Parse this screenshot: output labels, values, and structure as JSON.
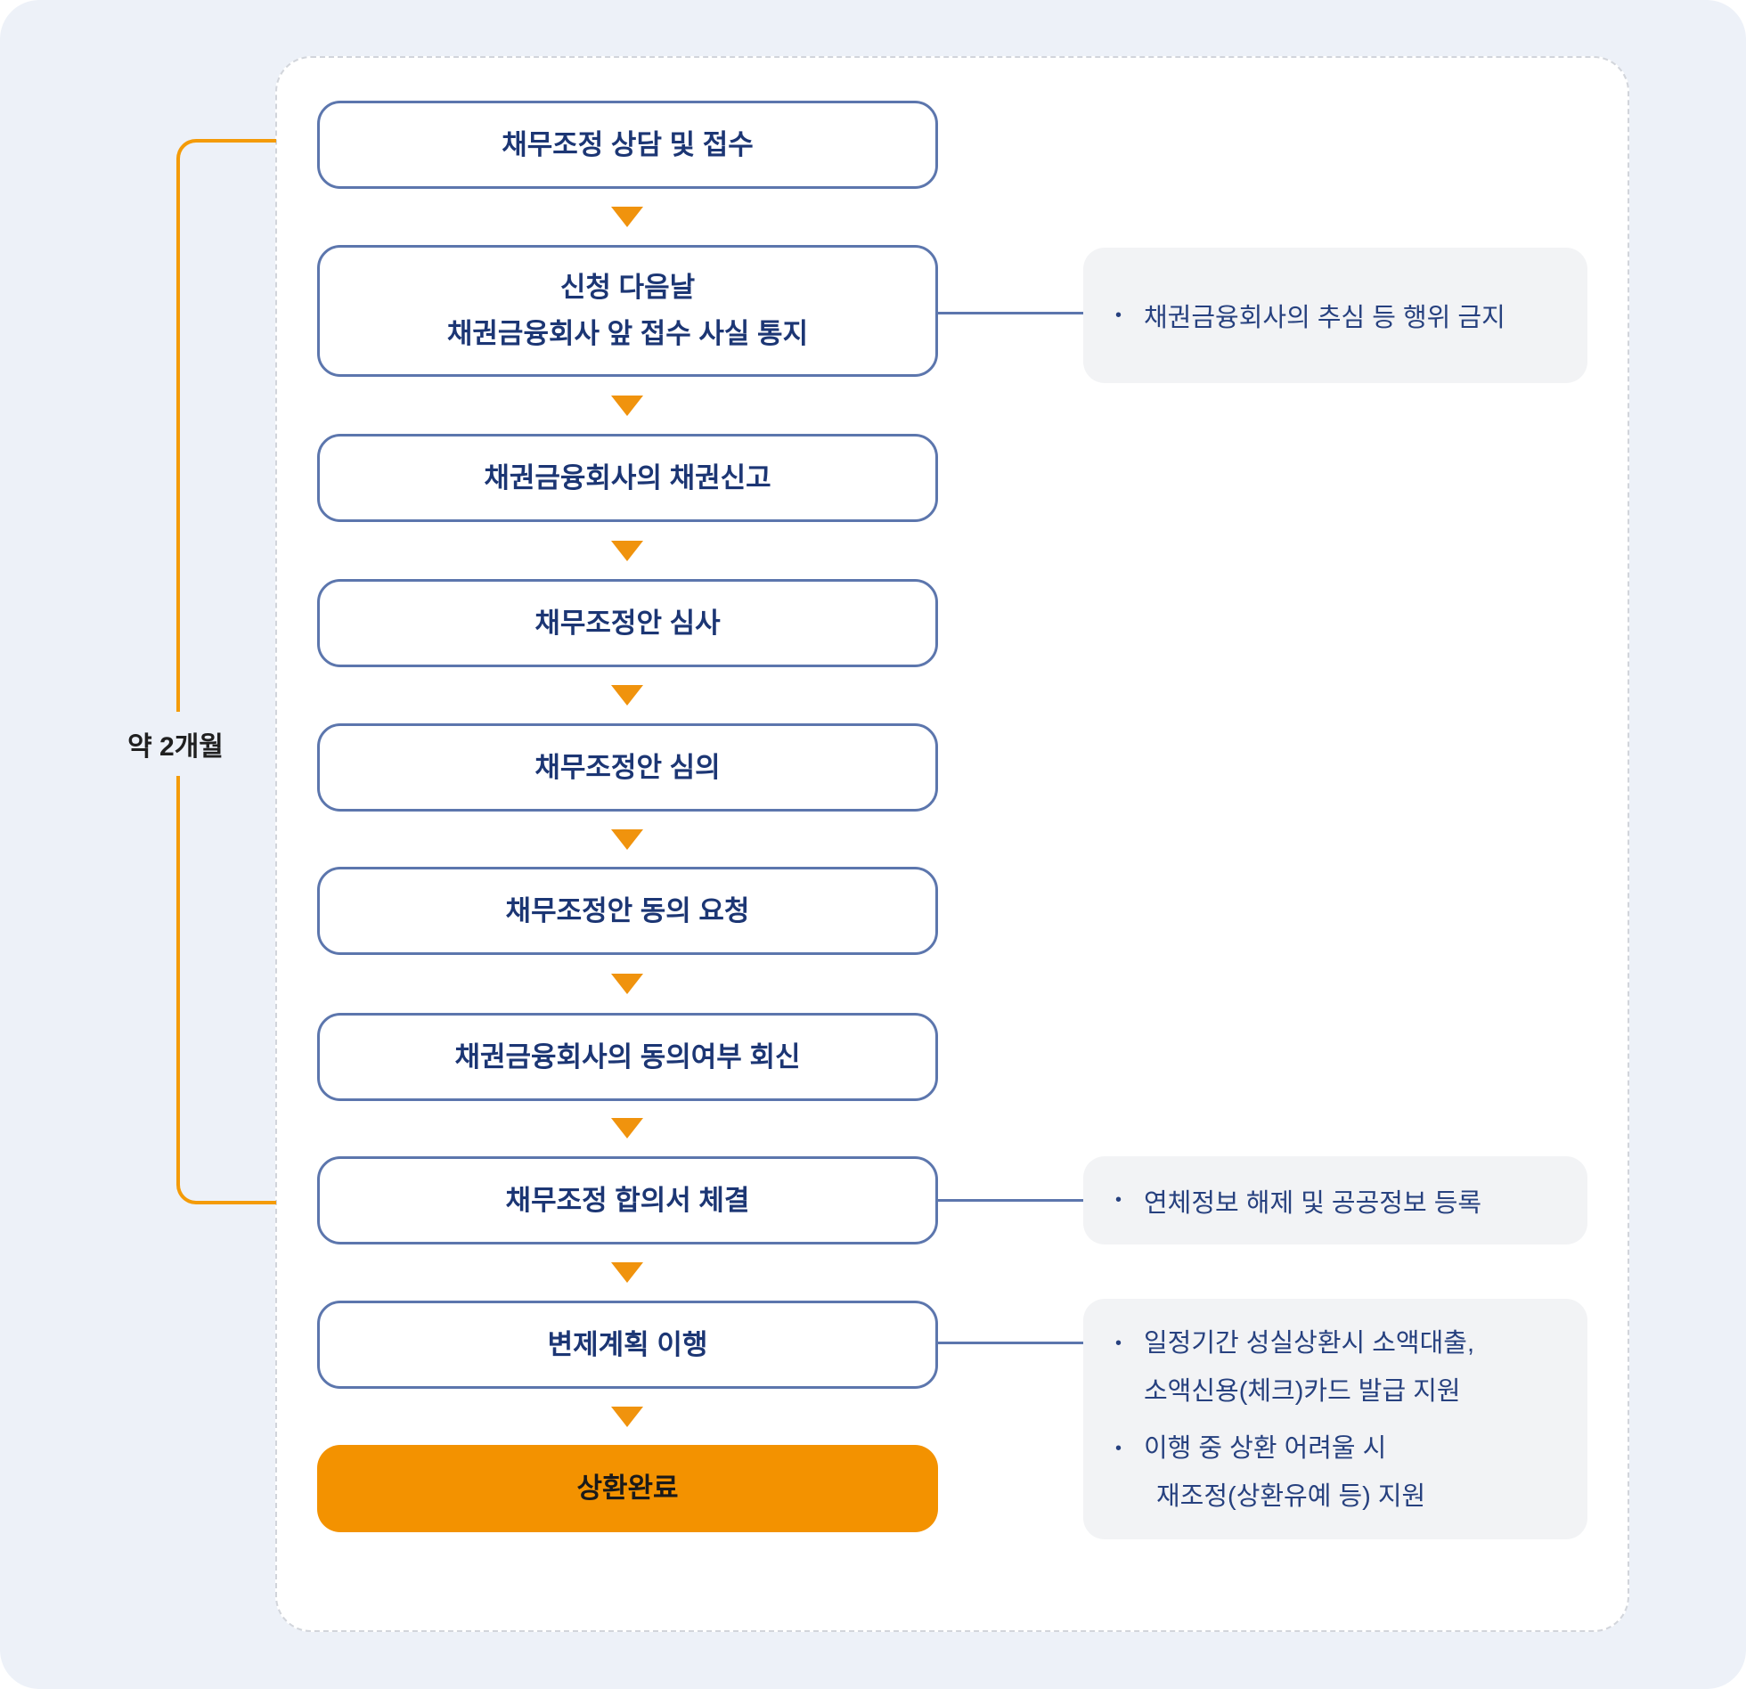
{
  "bracket": {
    "label": "약 2개월"
  },
  "flow": {
    "steps": [
      {
        "label": "채무조정 상담 및 접수",
        "variant": "default"
      },
      {
        "label": "신청 다음날\n채권금융회사 앞 접수 사실 통지",
        "variant": "default"
      },
      {
        "label": "채권금융회사의 채권신고",
        "variant": "default"
      },
      {
        "label": "채무조정안 심사",
        "variant": "default"
      },
      {
        "label": "채무조정안 심의",
        "variant": "default"
      },
      {
        "label": "채무조정안 동의 요청",
        "variant": "default"
      },
      {
        "label": "채권금융회사의 동의여부 회신",
        "variant": "default"
      },
      {
        "label": "채무조정 합의서 체결",
        "variant": "default"
      },
      {
        "label": "변제계획 이행",
        "variant": "default"
      },
      {
        "label": "상환완료",
        "variant": "highlight"
      }
    ]
  },
  "annotations": [
    {
      "items": [
        {
          "lines": [
            "채권금융회사의 추심 등 행위 금지"
          ]
        }
      ]
    },
    {
      "items": [
        {
          "lines": [
            "연체정보 해제 및 공공정보 등록"
          ]
        }
      ]
    },
    {
      "items": [
        {
          "lines": [
            "일정기간 성실상환시 소액대출,",
            "소액신용(체크)카드 발급 지원"
          ]
        },
        {
          "lines": [
            "이행 중 상환 어려울 시",
            "재조정(상환유예 등) 지원"
          ]
        }
      ]
    }
  ],
  "bullet_glyph": "•",
  "colors": {
    "page_background": "#EDF1F8",
    "container_background": "#FFFFFF",
    "container_dashed_border": "#D2D5DB",
    "box_border_blue": "#5C76AD",
    "box_text_navy": "#1C3674",
    "arrow_orange": "#F0930D",
    "bracket_orange": "#F49B08",
    "final_box_orange": "#F39200",
    "final_box_text": "#1A1A1A",
    "annotation_background": "#F2F3F5",
    "annotation_text": "#27417F"
  }
}
